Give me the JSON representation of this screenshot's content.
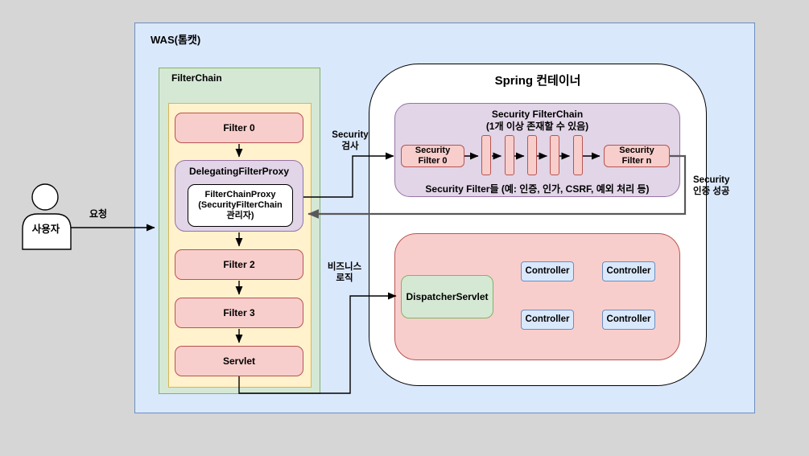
{
  "colors": {
    "canvas_bg": "#d6d6d6",
    "was_fill": "#dae8fc",
    "was_stroke": "#6c8ebf",
    "green_fill": "#d5e8d4",
    "green_stroke": "#82b366",
    "yellow_fill": "#fff2cc",
    "yellow_stroke": "#d6b656",
    "pink_fill": "#f8cecc",
    "pink_stroke": "#b85450",
    "purple_fill": "#e1d5e7",
    "purple_stroke": "#9673a6",
    "line": "#000000",
    "return_line": "#595959"
  },
  "was": {
    "title": "WAS(톰캣)"
  },
  "filter_chain": {
    "title": "FilterChain",
    "filter0": "Filter 0",
    "delegating_proxy": "DelegatingFilterProxy",
    "proxy_detail": "FilterChainProxy\n(SecurityFilterChain\n관리자)",
    "filter2": "Filter 2",
    "filter3": "Filter 3",
    "servlet": "Servlet"
  },
  "actor": {
    "label": "사용자",
    "request": "요청"
  },
  "spring": {
    "title": "Spring 컨테이너",
    "security_chain": {
      "title": "Security FilterChain\n(1개 이상 존재할 수 있음)",
      "filter0": "Security\nFilter 0",
      "filter_n": "Security\nFilter n",
      "caption": "Security Filter들 (예: 인증, 인가, CSRF, 예외 처리 등)"
    },
    "dispatcher": "DispatcherServlet",
    "controllers": [
      "Controller",
      "Controller",
      "Controller",
      "Controller"
    ]
  },
  "flow_labels": {
    "security_check": "Security\n검사",
    "security_success": "Security\n인증 성공",
    "business_logic": "비즈니스\n로직"
  }
}
